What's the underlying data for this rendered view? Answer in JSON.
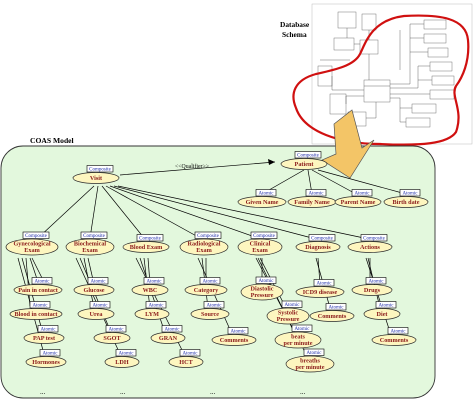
{
  "schema": {
    "title_line1": "Database",
    "title_line2": "Schema"
  },
  "model": {
    "title": "COAS Model",
    "qualifier": "<<Qualifier>>",
    "ellipsis": "..."
  },
  "tags": {
    "composite": "Composite",
    "atomic": "Atomic"
  },
  "nodes": {
    "patient": "Patient",
    "visit": "Visit",
    "given_name": "Given Name",
    "family_name": "Family Name",
    "parent_name": "Parent Name",
    "birth_date": "Birth date",
    "gynecological_exam_l1": "Gynecological",
    "gynecological_exam_l2": "Exam",
    "biochemical_exam_l1": "Biochemical",
    "biochemical_exam_l2": "Exam",
    "blood_exam": "Blood Exam",
    "radiological_exam_l1": "Radiological",
    "radiological_exam_l2": "Exam",
    "clinical_exam_l1": "Clinical",
    "clinical_exam_l2": "Exam",
    "diagnosis": "Diagnosis",
    "actions": "Actions",
    "pain_in_contact": "Pain in contact",
    "blood_in_contact": "Blood in contact",
    "pap_test": "PAP test",
    "hormones": "Hormones",
    "glucose": "Glucose",
    "urea": "Urea",
    "sgot": "SGOT",
    "ldh": "LDH",
    "wbc": "WBC",
    "lym": "LYM",
    "gran": "GRAN",
    "hct": "HCT",
    "category": "Category",
    "source": "Source",
    "comments_rad": "Comments",
    "diastolic_l1": "Diastolic",
    "diastolic_l2": "Pressure",
    "systolic_l1": "Systolic",
    "systolic_l2": "Pressure",
    "beats_l1": "beats",
    "beats_l2": "per minute",
    "breaths_l1": "breaths",
    "breaths_l2": "per minute",
    "icd9": "ICD9 disease",
    "comments_diag": "Comments",
    "drugs": "Drugs",
    "diet": "Diet",
    "comments_act": "Comments"
  },
  "colors": {
    "model_bg": "#e3f8dd",
    "schema_outline": "#d01010",
    "arrow_fill": "#f3c567",
    "node_fill": "#fdf6bf",
    "label_red": "#8b1a1a",
    "tag_blue": "#1b2aa8"
  }
}
